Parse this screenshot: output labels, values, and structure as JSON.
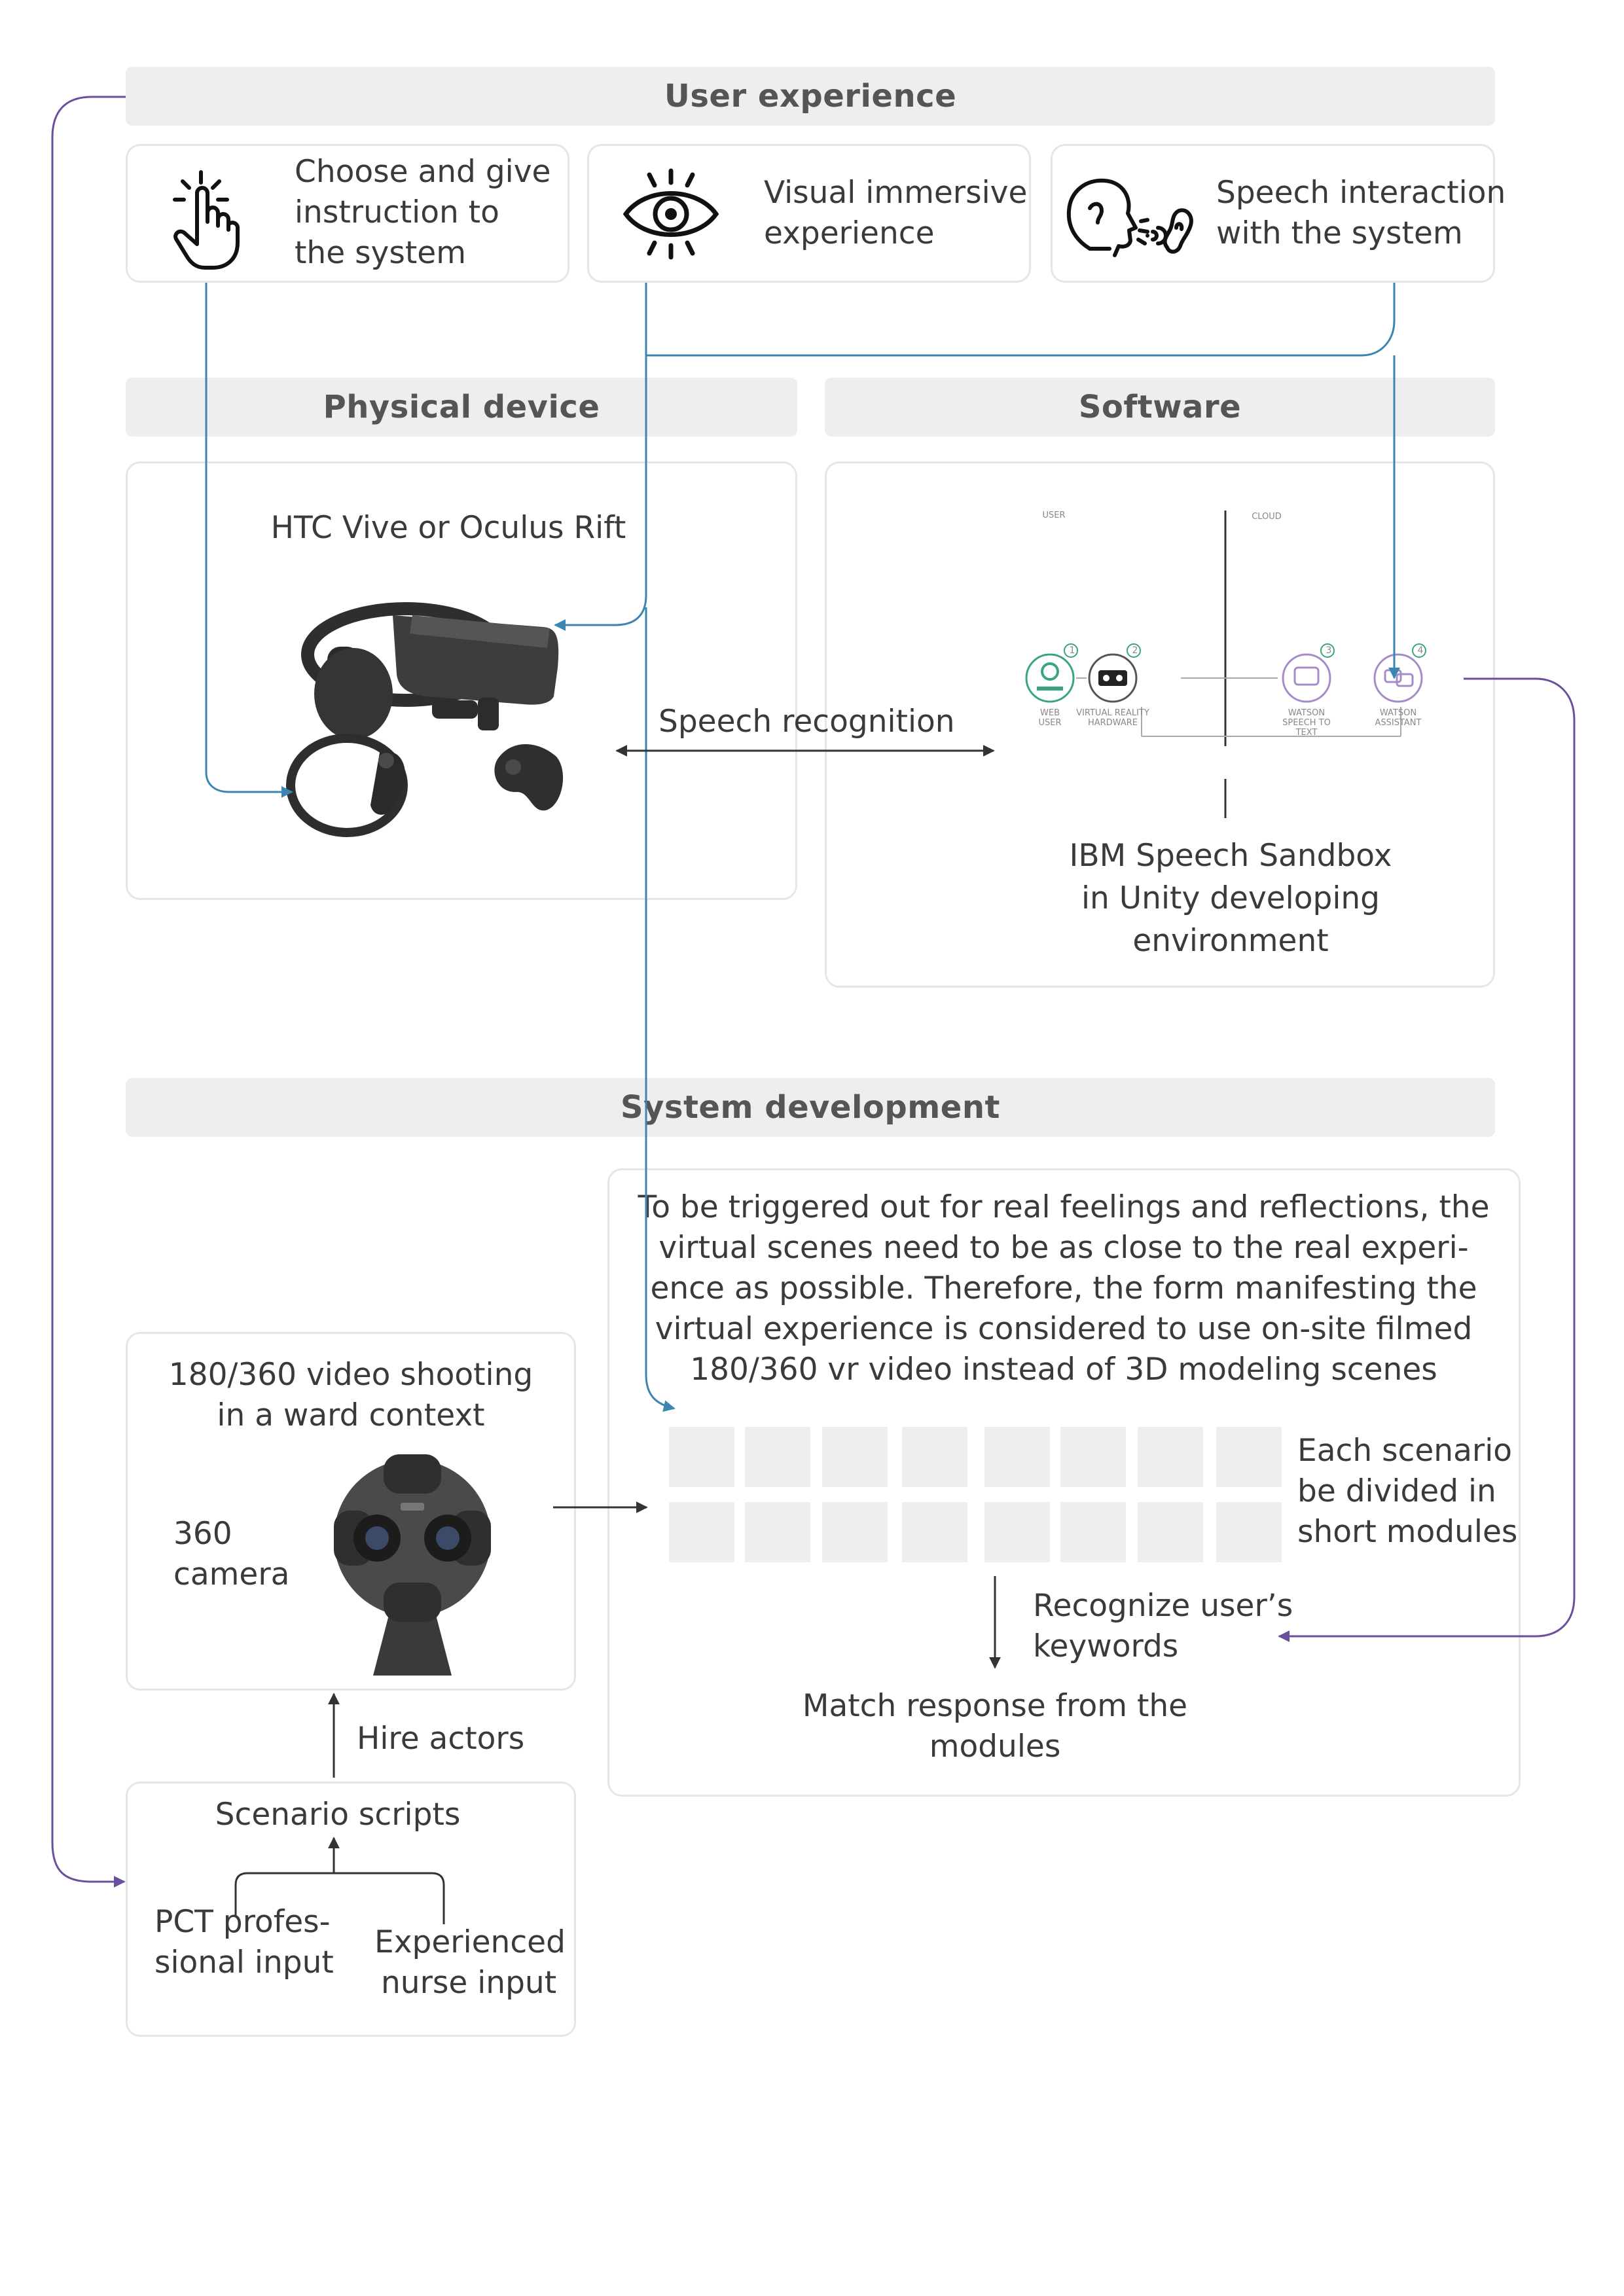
{
  "sections": {
    "user_experience": "User experience",
    "physical_device": "Physical device",
    "software": "Software",
    "system_development": "System development"
  },
  "ux_cards": {
    "choose": {
      "line1": "Choose and give",
      "line2": "instruction to",
      "line3": "the system",
      "icon": "tap-hand-icon"
    },
    "visual": {
      "line1": "Visual immersive",
      "line2": "experience",
      "icon": "eye-icon"
    },
    "speech": {
      "line1": "Speech interaction",
      "line2": "with the system",
      "icon": "speaking-head-ear-icon"
    }
  },
  "physical": {
    "device_label": "HTC Vive or Oculus Rift",
    "image": "vr-headset-with-controllers"
  },
  "link": {
    "speech_recognition": "Speech recognition"
  },
  "software": {
    "diagram": {
      "user": "USER",
      "cloud": "CLOUD",
      "nodes": [
        {
          "num": "1",
          "label1": "WEB",
          "label2": "USER",
          "label3": ""
        },
        {
          "num": "2",
          "label1": "VIRTUAL REALITY",
          "label2": "HARDWARE",
          "label3": ""
        },
        {
          "num": "3",
          "label1": "WATSON",
          "label2": "SPEECH TO",
          "label3": "TEXT"
        },
        {
          "num": "4",
          "label1": "WATSON",
          "label2": "ASSISTANT",
          "label3": ""
        }
      ]
    },
    "caption_line1": "IBM Speech Sandbox",
    "caption_line2": "in Unity developing",
    "caption_line3": "environment"
  },
  "sysdev": {
    "description": [
      "To be triggered out for real feelings and reflections, the",
      "virtual scenes need to be as close to the real experi-",
      "ence as possible. Therefore, the form manifesting the",
      "virtual experience is considered to use on-site filmed",
      "180/360 vr video instead of 3D modeling scenes"
    ],
    "scenario_note": {
      "line1": "Each scenario",
      "line2": "be divided in",
      "line3": "short modules"
    },
    "recognize": {
      "line1": "Recognize user’s",
      "line2": "keywords"
    },
    "match": {
      "line1": "Match response from the",
      "line2": "modules"
    },
    "video": {
      "line1": "180/360 video shooting",
      "line2": "in a ward context"
    },
    "camera": {
      "line1": "360",
      "line2": "camera",
      "image": "360-camera"
    },
    "hire_actors": "Hire actors",
    "scripts": {
      "title": "Scenario scripts",
      "pct_line1": "PCT profes-",
      "pct_line2": "sional input",
      "nurse_line1": "Experienced",
      "nurse_line2": "nurse input"
    }
  },
  "colors": {
    "blue": "#3a86b0",
    "purple": "#6a4f9c",
    "header_bg": "#eeeeee",
    "card_border": "#e6e6e6",
    "teal": "#3aa67c"
  }
}
